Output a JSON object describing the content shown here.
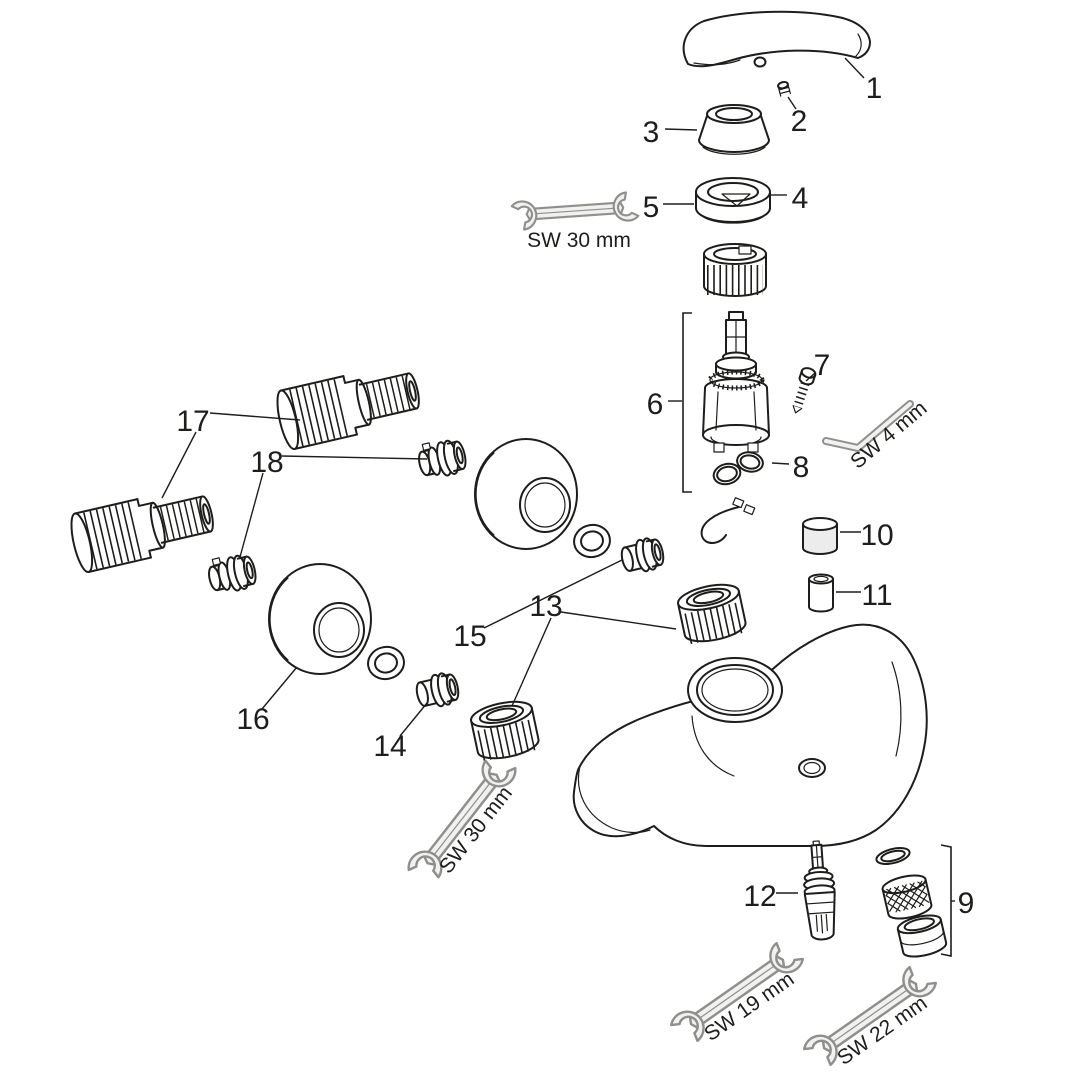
{
  "page": {
    "background": "#ffffff",
    "line_color": "#1d1d1b",
    "tool_color": "#8f8f8e"
  },
  "part_labels": {
    "p1": "1",
    "p2": "2",
    "p3": "3",
    "p4": "4",
    "p5": "5",
    "p6": "6",
    "p7": "7",
    "p8": "8",
    "p9": "9",
    "p10": "10",
    "p11": "11",
    "p12": "12",
    "p13": "13",
    "p14": "14",
    "p15": "15",
    "p16": "16",
    "p17": "17",
    "p18": "18"
  },
  "tool_labels": {
    "wrench_top": "SW 30 mm",
    "allen_key": "SW 4 mm",
    "wrench_middle": "SW 30 mm",
    "wrench_bottom_left": "SW 19 mm",
    "wrench_bottom_right": "SW 22 mm"
  }
}
